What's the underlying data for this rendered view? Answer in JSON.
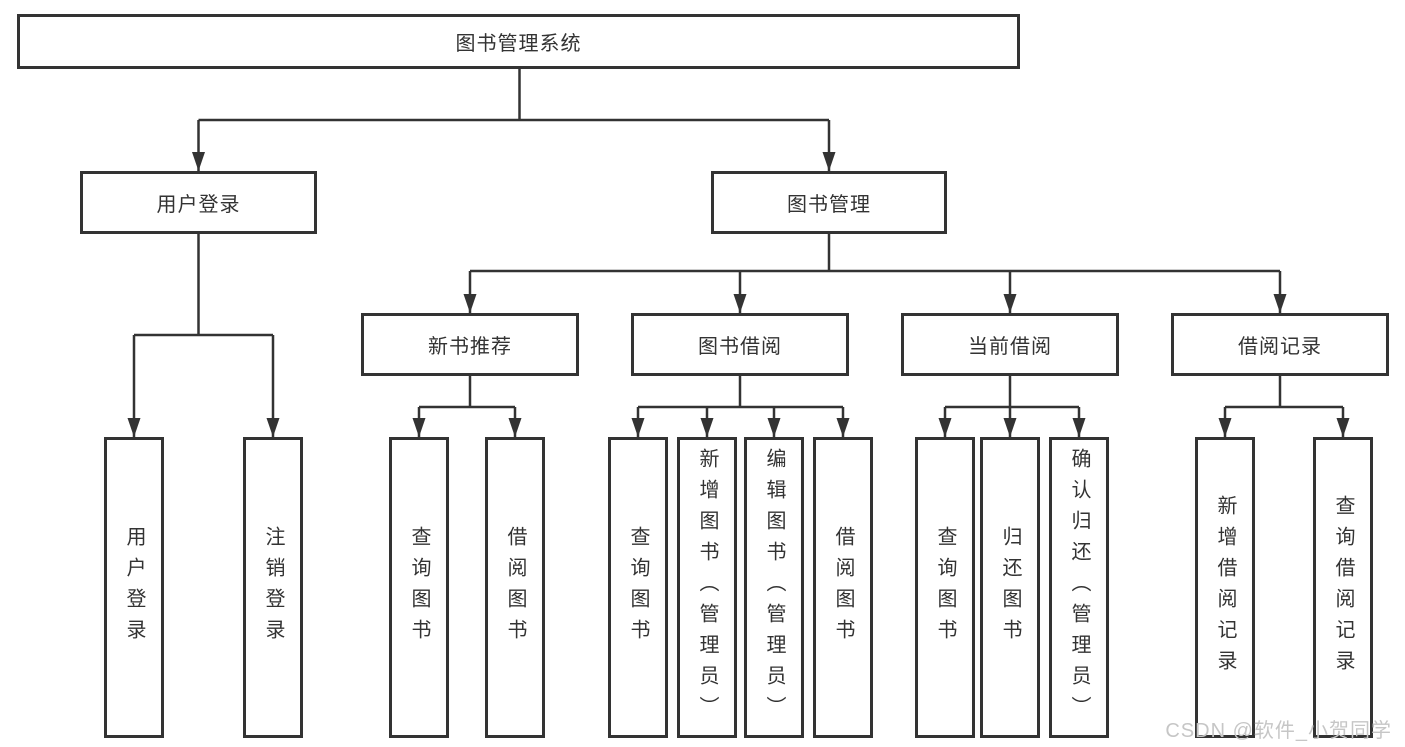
{
  "page": {
    "background": "#ffffff",
    "line_color": "#333333",
    "box_border_color": "#333333",
    "text_color": "#333333"
  },
  "watermark": {
    "text": "CSDN @软件_小贺同学",
    "color": "#c6c6c6"
  },
  "tree": {
    "root": {
      "label": "图书管理系统",
      "children": [
        {
          "label": "用户登录",
          "children": [
            {
              "label": "用户登录"
            },
            {
              "label": "注销登录"
            }
          ]
        },
        {
          "label": "图书管理",
          "children": [
            {
              "label": "新书推荐",
              "children": [
                {
                  "label": "查询图书"
                },
                {
                  "label": "借阅图书"
                }
              ]
            },
            {
              "label": "图书借阅",
              "children": [
                {
                  "label": "查询图书"
                },
                {
                  "label": "新增图书（管理员）"
                },
                {
                  "label": "编辑图书（管理员）"
                },
                {
                  "label": "借阅图书"
                }
              ]
            },
            {
              "label": "当前借阅",
              "children": [
                {
                  "label": "查询图书"
                },
                {
                  "label": "归还图书"
                },
                {
                  "label": "确认归还（管理员）"
                }
              ]
            },
            {
              "label": "借阅记录",
              "children": [
                {
                  "label": "新增借阅记录"
                },
                {
                  "label": "查询借阅记录"
                }
              ]
            }
          ]
        }
      ]
    }
  }
}
